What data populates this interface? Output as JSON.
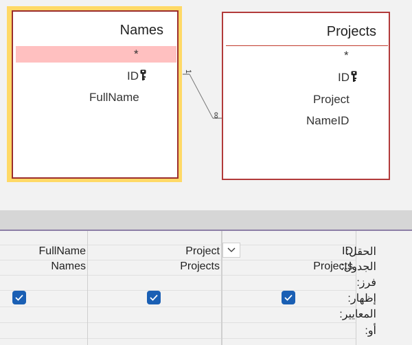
{
  "tables": {
    "names": {
      "title": "Names",
      "fields": [
        "*",
        "ID",
        "FullName"
      ]
    },
    "projects": {
      "title": "Projects",
      "fields": [
        "*",
        "ID",
        "Project",
        "NameID"
      ]
    }
  },
  "relationship": {
    "one": "1",
    "many": "∞"
  },
  "grid": {
    "row_labels": {
      "field": "الحقل:",
      "table": "الجدول:",
      "sort": "فرز:",
      "show": "إظهار:",
      "criteria": "المعايير:",
      "or": "أو:"
    },
    "columns": [
      {
        "field": "ID",
        "table": "Projects",
        "show": true
      },
      {
        "field": "Project",
        "table": "Projects",
        "show": true
      },
      {
        "field": "FullName",
        "table": "Names",
        "show": true
      }
    ]
  },
  "colors": {
    "accent": "#1a5fb4",
    "selected_table": "#ffd966",
    "table_border": "#9b2c2c",
    "highlight": "#ffc0c0"
  },
  "icons": {
    "primary_key": "key-icon",
    "dropdown": "chevron-down-icon",
    "check": "check-icon"
  }
}
